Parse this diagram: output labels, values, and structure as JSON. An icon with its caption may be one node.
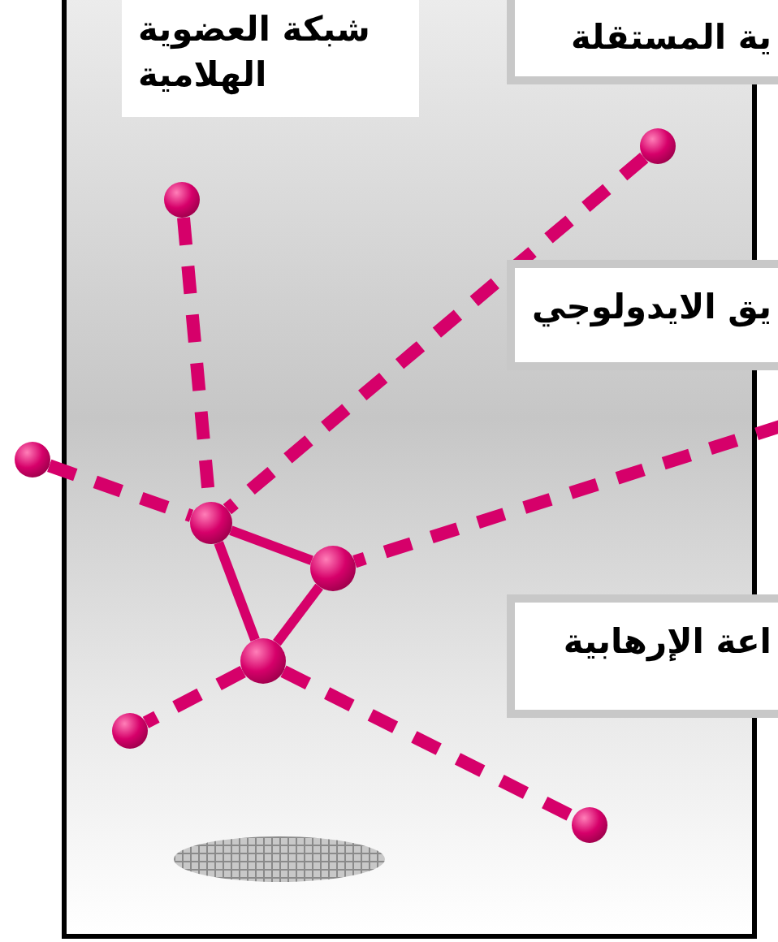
{
  "diagram": {
    "nodes": [
      {
        "text": [
          "شبكة العضوية الهلامية"
        ]
      },
      {
        "text": [
          "ية المستقلة"
        ]
      },
      {
        "text": [
          "يق الايدولوجي"
        ]
      },
      {
        "text": [
          "اعة الإرهابية"
        ]
      },
      {
        "text": [],
        "shape": "circle"
      },
      {
        "text": [],
        "shape": "circle"
      },
      {
        "text": [],
        "shape": "circle"
      },
      {
        "text": [],
        "shape": "circle"
      },
      {
        "text": [],
        "shape": "circle"
      },
      {
        "text": [],
        "shape": "circle"
      },
      {
        "text": [],
        "shape": "circle"
      },
      {
        "text": [],
        "shape": "circle"
      },
      {
        "text": [],
        "shape": "ellipse"
      }
    ],
    "edges": [
      {
        "from": 4,
        "to": 7,
        "arrow": "none",
        "style": "dashed"
      },
      {
        "from": 5,
        "to": 7,
        "arrow": "none",
        "style": "dashed"
      },
      {
        "from": 6,
        "to": 7,
        "arrow": "none",
        "style": "dashed"
      },
      {
        "from": null,
        "to": 8,
        "arrow": "none",
        "style": "dashed"
      },
      {
        "from": 7,
        "to": 8,
        "arrow": "none"
      },
      {
        "from": 7,
        "to": 9,
        "arrow": "none"
      },
      {
        "from": 8,
        "to": 9,
        "arrow": "none"
      },
      {
        "from": 9,
        "to": 10,
        "arrow": "none",
        "style": "dashed"
      },
      {
        "from": 9,
        "to": 11,
        "arrow": "none",
        "style": "dashed"
      }
    ]
  }
}
